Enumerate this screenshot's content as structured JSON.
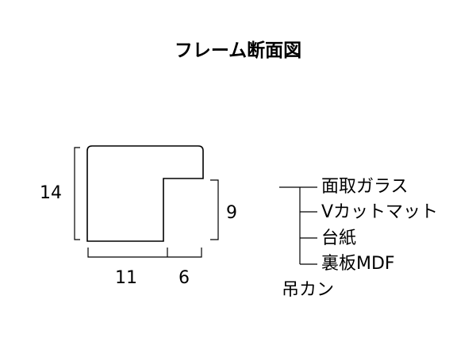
{
  "title": "フレーム断面図",
  "dimensions": {
    "height_total": "14",
    "height_inner": "9",
    "width_left": "11",
    "width_right": "6"
  },
  "legend": {
    "items": [
      "面取ガラス",
      "Vカットマット",
      "台紙",
      "裏板MDF"
    ],
    "hanger": "吊カン"
  },
  "colors": {
    "line": "#000000",
    "background": "#ffffff"
  }
}
